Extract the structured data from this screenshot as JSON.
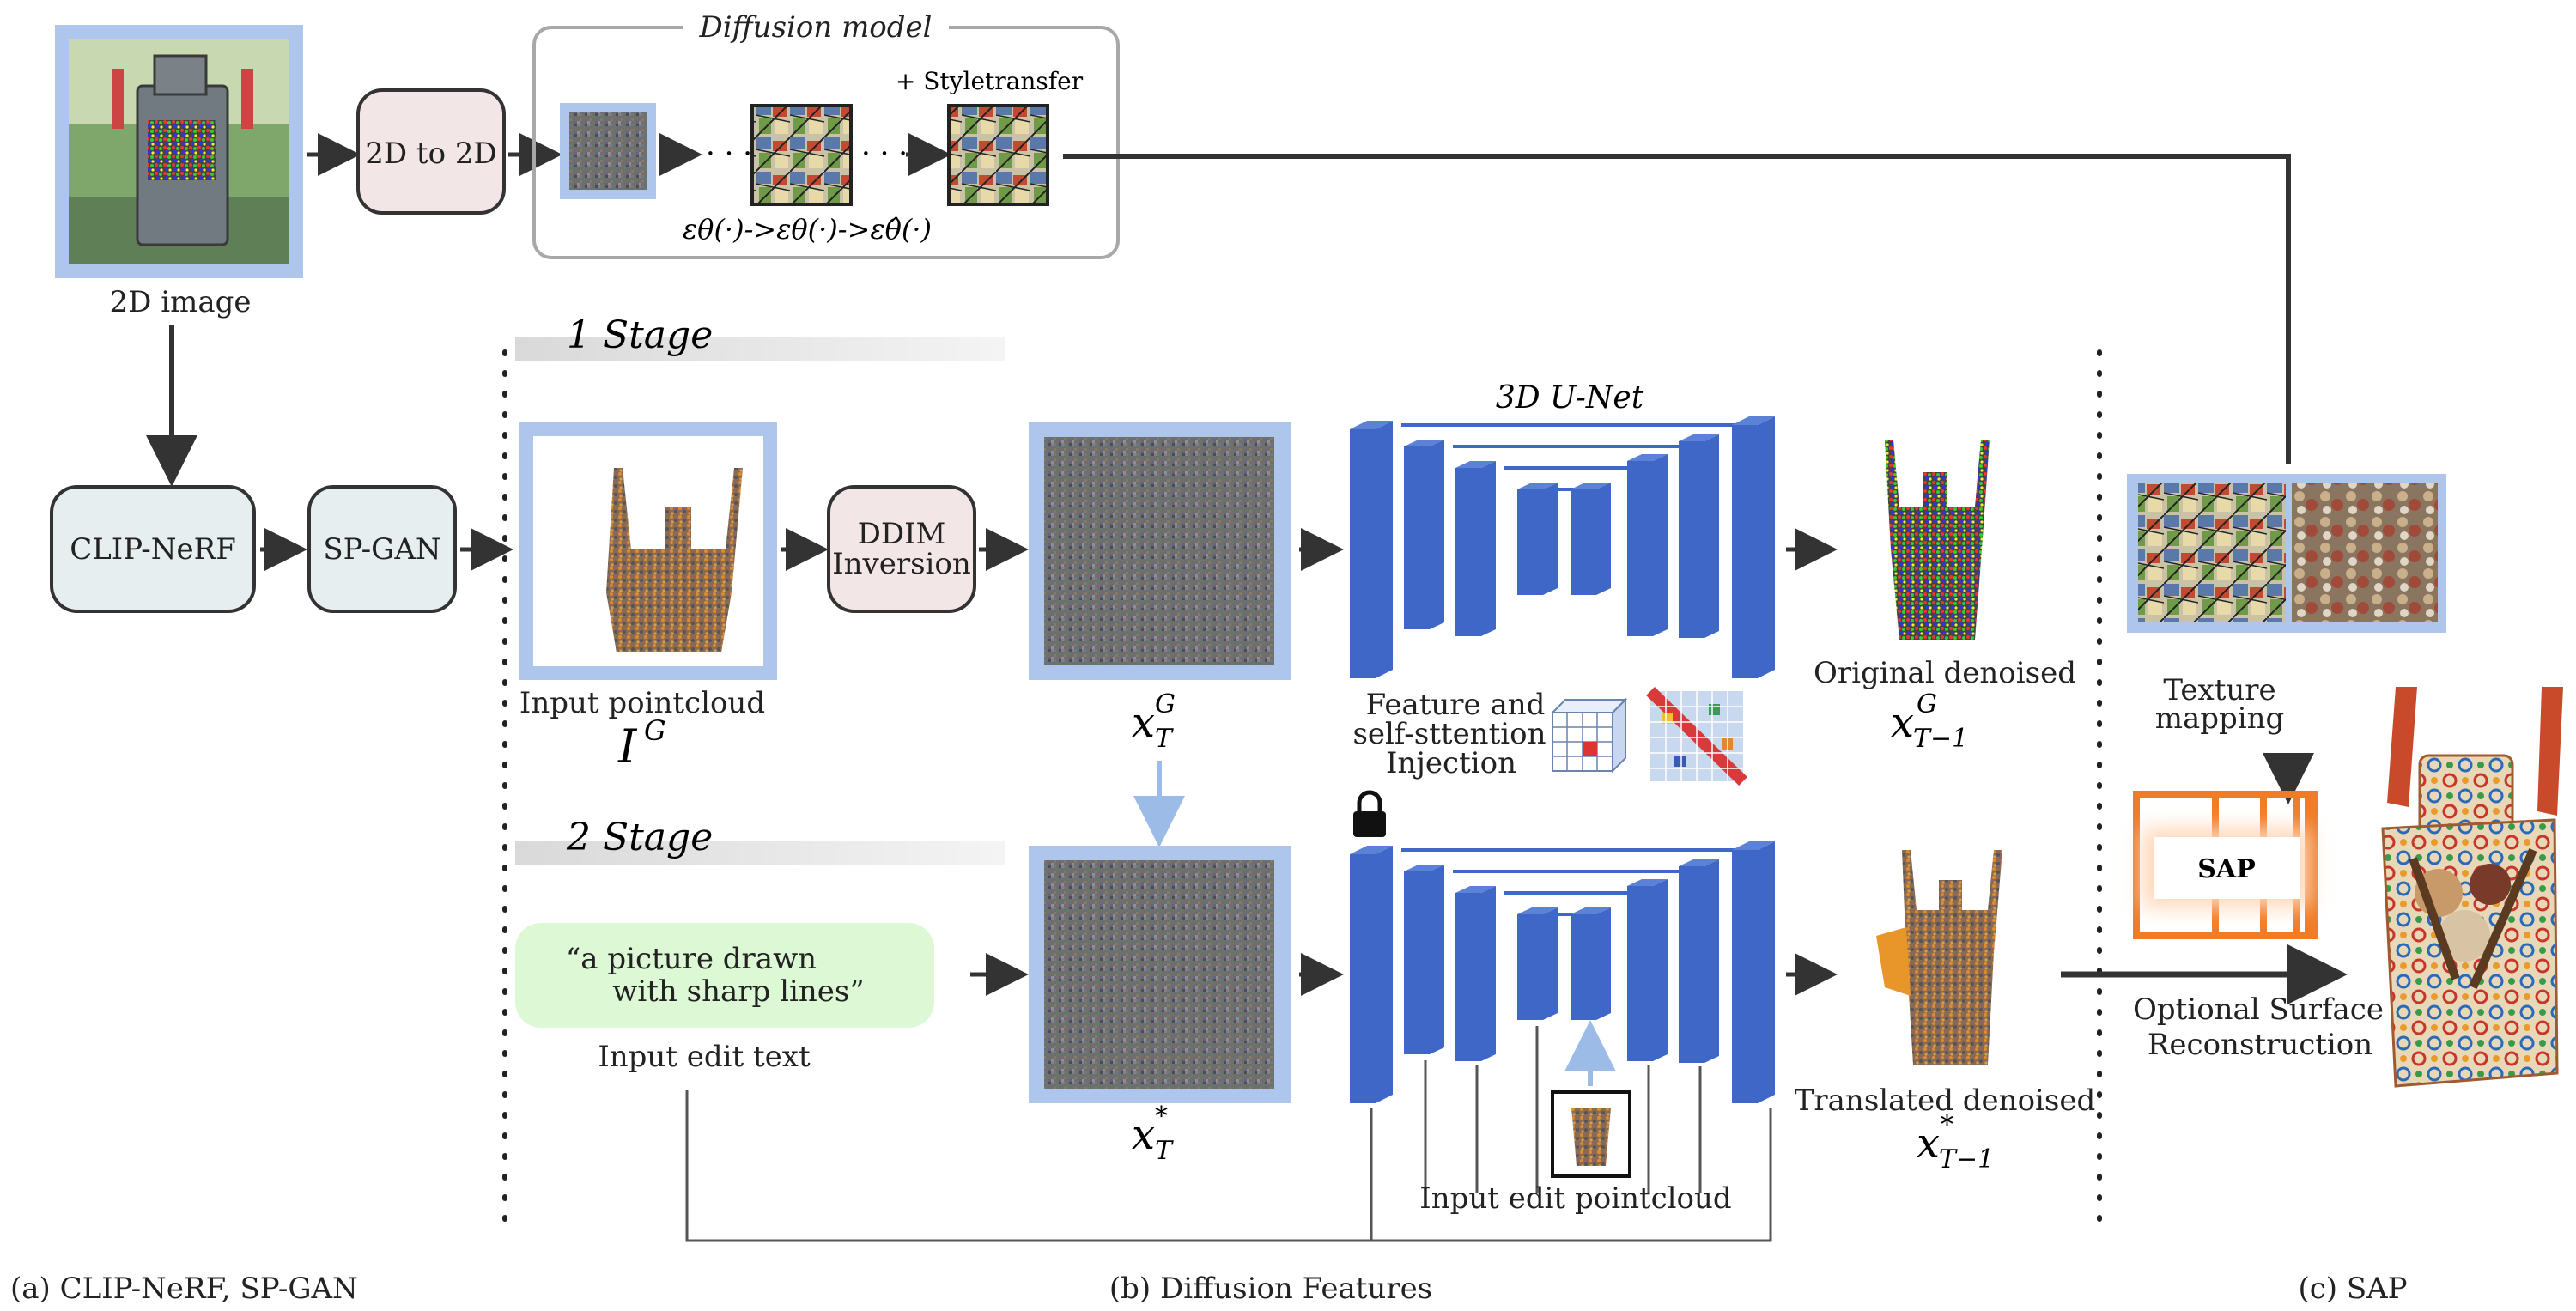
{
  "panel_a": {
    "image_caption": "2D image",
    "node_2d_to_2d": "2D to 2D",
    "clip_nerf": "CLIP-NeRF",
    "sp_gan": "SP-GAN",
    "caption": "(a) CLIP-NeRF, SP-GAN"
  },
  "diffusion_model": {
    "title": "Diffusion model",
    "style_label": "+ Styletransfer",
    "dots": "· · ·",
    "formula": "εθ(·)->εθ(·)->εθ̂(·)"
  },
  "panel_b": {
    "stage1": "1 Stage",
    "stage2": "2 Stage",
    "input_pointcloud": "Input pointcloud",
    "input_pointcloud_symbol": "I",
    "input_pointcloud_sup": "G",
    "ddim_line1": "DDIM",
    "ddim_line2": "Inversion",
    "unet_title": "3D U-Net",
    "xtg_base": "x",
    "xtg_sub": "T",
    "xtg_sup": "G",
    "feature_line1": "Feature and",
    "feature_line2": "self-sttention",
    "feature_line3": "Injection",
    "original_denoised": "Original denoised",
    "orig_base": "x",
    "orig_sub": "T−1",
    "orig_sup": "G",
    "edit_text_line1": "“a picture drawn",
    "edit_text_line2": "with sharp lines”",
    "input_edit_text": "Input edit text",
    "xts_base": "x",
    "xts_sub": "T",
    "xts_sup": "*",
    "translated_denoised": "Translated denoised",
    "trans_base": "x",
    "trans_sub": "T−1",
    "trans_sup": "*",
    "input_edit_pointcloud": "Input edit pointcloud",
    "caption": "(b) Diffusion Features"
  },
  "panel_c": {
    "texture_line1": "Texture",
    "texture_line2": "mapping",
    "sap_label": "SAP",
    "optional_line1": "Optional Surface",
    "optional_line2": "Reconstruction",
    "caption": "(c) SAP"
  },
  "colors": {
    "frame_blue": "#aec6ec",
    "unet_blue": "#3f67c8",
    "pink_box": "#f3e6e6",
    "teal_box": "#e6eef0",
    "green_box": "#dcf8d4",
    "sap_orange": "#f07c28",
    "arrow": "#333333"
  }
}
